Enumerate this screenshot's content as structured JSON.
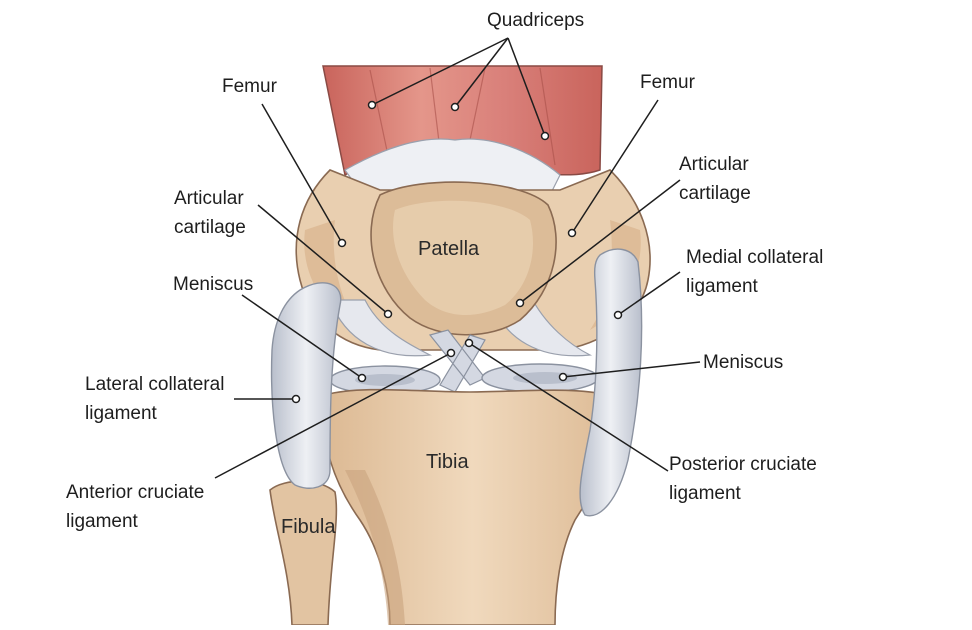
{
  "labels": {
    "quadriceps": "Quadriceps",
    "femur_left": "Femur",
    "femur_right": "Femur",
    "articular_cartilage_left": [
      "Articular",
      "cartilage"
    ],
    "articular_cartilage_right": [
      "Articular",
      "cartilage"
    ],
    "meniscus_left": "Meniscus",
    "meniscus_right": "Meniscus",
    "medial_collateral_ligament": [
      "Medial collateral",
      "ligament"
    ],
    "lateral_collateral_ligament": [
      "Lateral collateral",
      "ligament"
    ],
    "anterior_cruciate_ligament": [
      "Anterior cruciate",
      "ligament"
    ],
    "posterior_cruciate_ligament": [
      "Posterior cruciate",
      "ligament"
    ],
    "patella": "Patella",
    "tibia": "Tibia",
    "fibula": "Fibula"
  },
  "colors": {
    "muscle": "#d9877c",
    "muscle_dark": "#c0605a",
    "bone": "#e9cfb0",
    "bone_shade": "#d8b48e",
    "bone_outline": "#8a6a52",
    "cartilage": "#e6e8ee",
    "ligament": "#d4d8e2",
    "line": "#1e1e1e"
  }
}
